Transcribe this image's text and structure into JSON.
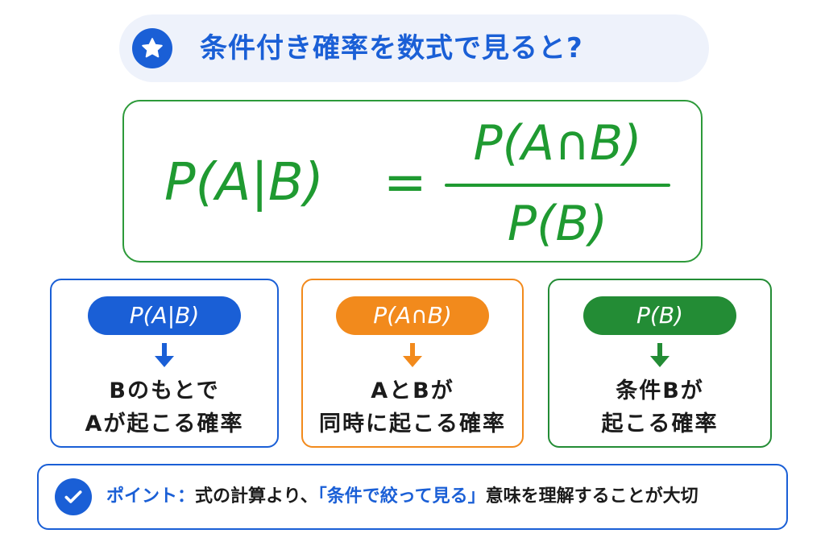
{
  "header": {
    "icon": "star-icon",
    "title": "条件付き確率を数式で見ると?",
    "color": "#1a5fd6"
  },
  "formula": {
    "lhs": "P(A|B)",
    "equals": "=",
    "numerator": "P(A∩B)",
    "denominator": "P(B)",
    "color": "#1f9a31"
  },
  "cards": [
    {
      "pill": "P(A|B)",
      "line1": "Bのもとで",
      "line2": "Aが起こる確率",
      "color": "#1a5fd6"
    },
    {
      "pill": "P(A∩B)",
      "line1": "AとBが",
      "line2": "同時に起こる確率",
      "color": "#f28a1c"
    },
    {
      "pill": "P(B)",
      "line1": "条件Bが",
      "line2": "起こる確率",
      "color": "#238c35"
    }
  ],
  "point": {
    "icon": "check-icon",
    "label": "ポイント：",
    "text_before": "式の計算より、",
    "highlight": "「条件で絞って見る」",
    "text_after": "意味を理解することが大切"
  }
}
